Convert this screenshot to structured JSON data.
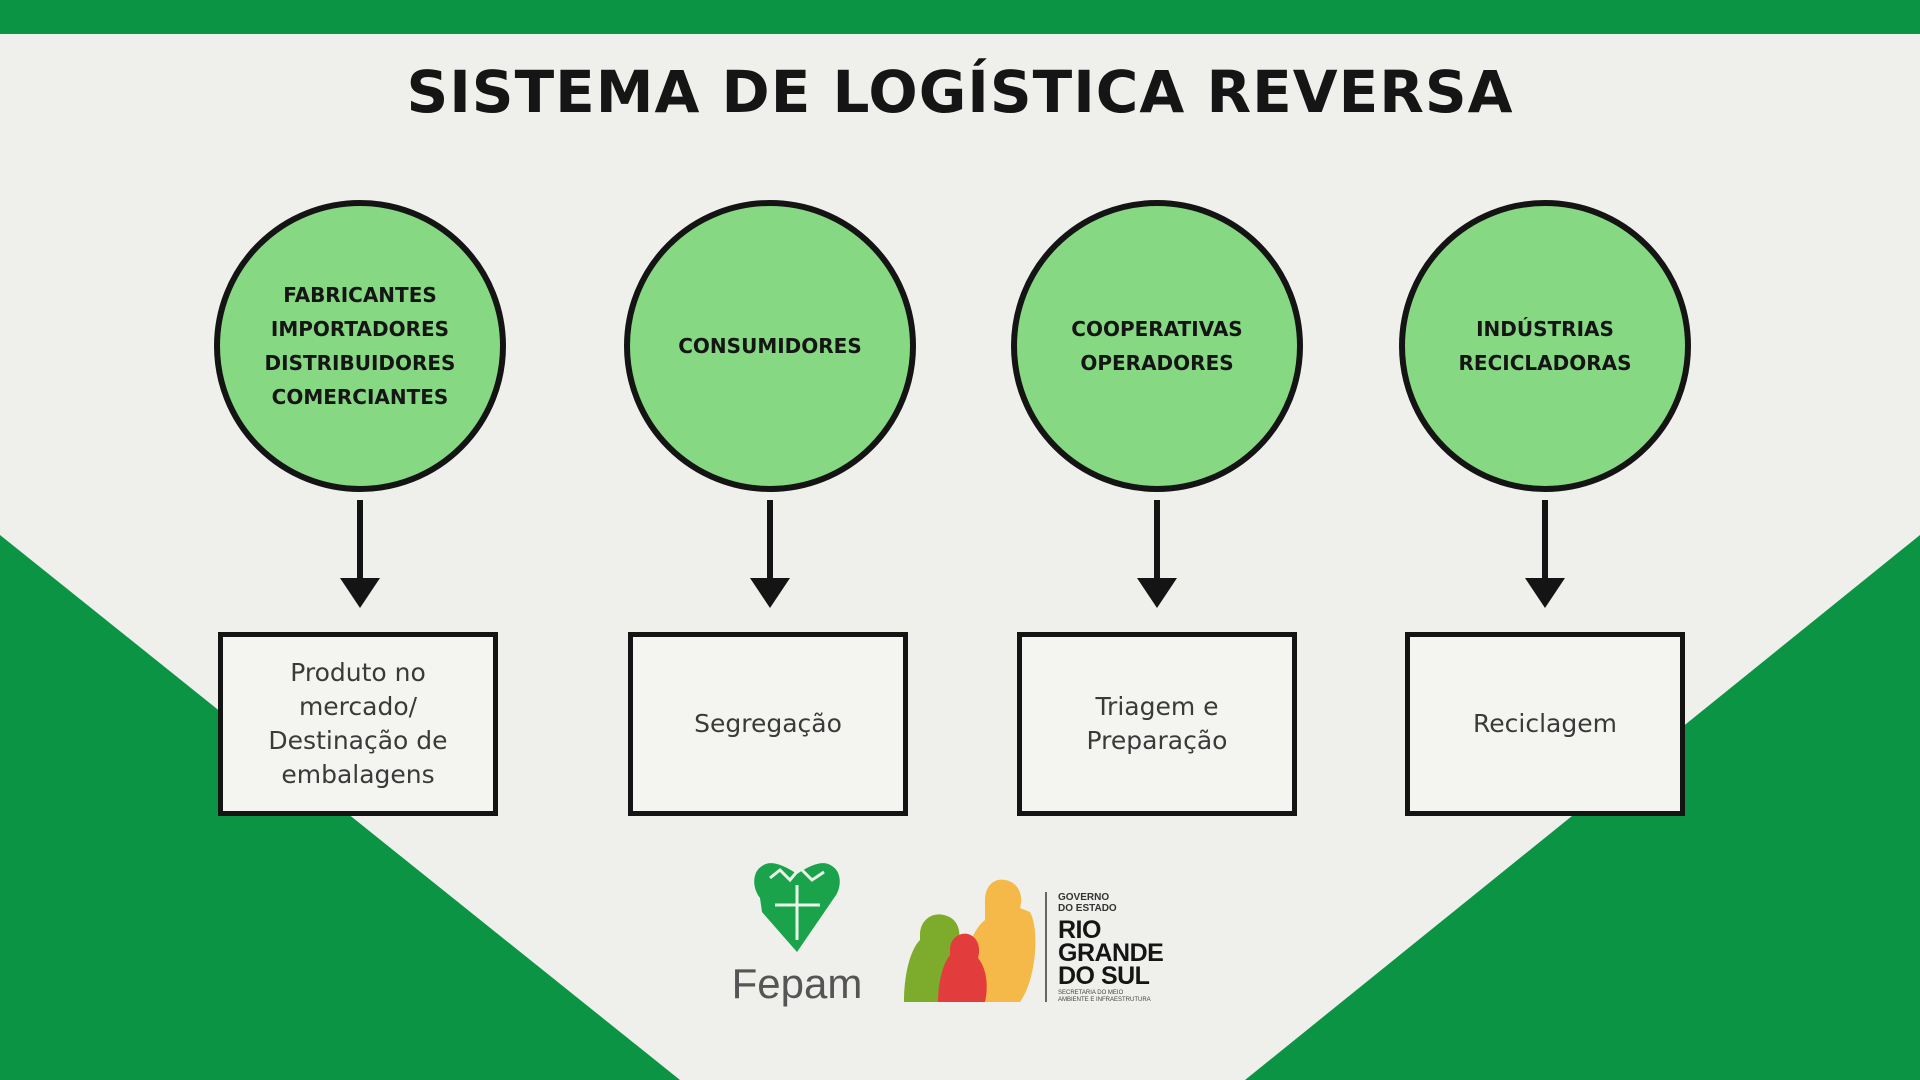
{
  "title": "SISTEMA DE LOGÍSTICA REVERSA",
  "colors": {
    "green_dark": "#0b9443",
    "green_light": "#86d883",
    "background": "#efefec",
    "outline": "#141414"
  },
  "stages": [
    {
      "actor_lines": [
        "FABRICANTES",
        "IMPORTADORES",
        "DISTRIBUIDORES",
        "COMERCIANTES"
      ],
      "step_lines": [
        "Produto no",
        "mercado/",
        "Destinação de",
        "embalagens"
      ]
    },
    {
      "actor_lines": [
        "CONSUMIDORES"
      ],
      "step_lines": [
        "Segregação"
      ]
    },
    {
      "actor_lines": [
        "COOPERATIVAS",
        "OPERADORES"
      ],
      "step_lines": [
        "Triagem e",
        "Preparação"
      ]
    },
    {
      "actor_lines": [
        "INDÚSTRIAS",
        "RECICLADORAS"
      ],
      "step_lines": [
        "Reciclagem"
      ]
    }
  ],
  "logos": {
    "fepam_name": "Fepam",
    "gov_line1": "GOVERNO",
    "gov_line2": "DO ESTADO",
    "state_line1": "RIO",
    "state_line2": "GRANDE",
    "state_line3": "DO SUL",
    "secretaria_line1": "SECRETARIA DO MEIO",
    "secretaria_line2": "AMBIENTE E INFRAESTRUTURA"
  }
}
